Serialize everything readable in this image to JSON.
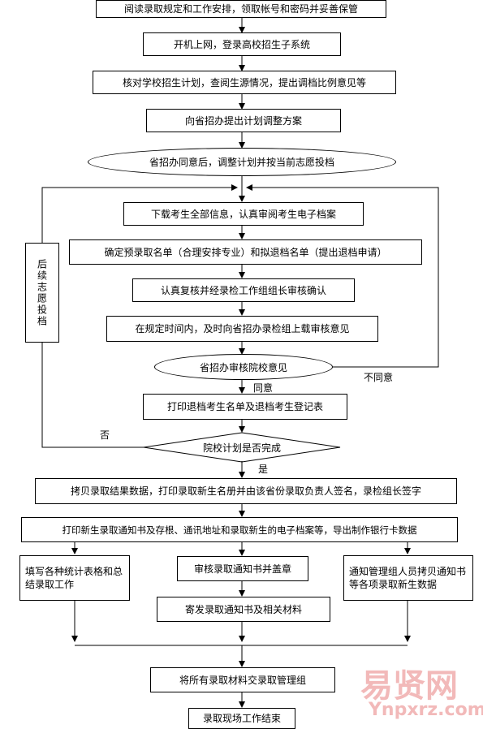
{
  "steps": {
    "s1": "阅读录取规定和工作安排，领取帐号和密码并妥善保管",
    "s2": "开机上网，登录高校招生子系统",
    "s3": "核对学校招生计划，查阅生源情况，提出调档比例意见等",
    "s4": "向省招办提出计划调整方案",
    "s5": "省招办同意后，调整计划并按当前志愿投档",
    "s6": "下载考生全部信息，认真审阅考生电子档案",
    "s7": "确定预录取名单（合理安排专业）和拟退档名单（提出退档申请）",
    "s8": "认真复核并经录检工作组组长审核确认",
    "s9": "在规定时间内，及时向省招办录检组上载审核意见",
    "s10": "省招办审核院校意见",
    "s11": "打印退档考生名单及退档考生登记表",
    "s12": "院校计划是否完成",
    "s13": "拷贝录取结果数据，打印录取新生名册并由该省份录取负责人签名，录检组长签字",
    "s14": "打印新生录取通知书及存根、通讯地址和录取新生的电子档案等，导出制作银行卡数据",
    "s15a": "填写各种统计表格和总结录取工作",
    "s15b": "审核录取通知书并盖章",
    "s15c": "通知管理组人员拷贝通知书等各项录取新生数据",
    "s16": "寄发录取通知书及相关材料",
    "s17": "将所有录取材料交录取管理组",
    "s18": "录取现场工作结束"
  },
  "side": {
    "left_box": "后续志愿投档"
  },
  "labels": {
    "agree": "同意",
    "disagree": "不同意",
    "no": "否",
    "yes": "是"
  },
  "watermark": {
    "cn": "易贤网",
    "url": "Ynpxrz.com"
  }
}
